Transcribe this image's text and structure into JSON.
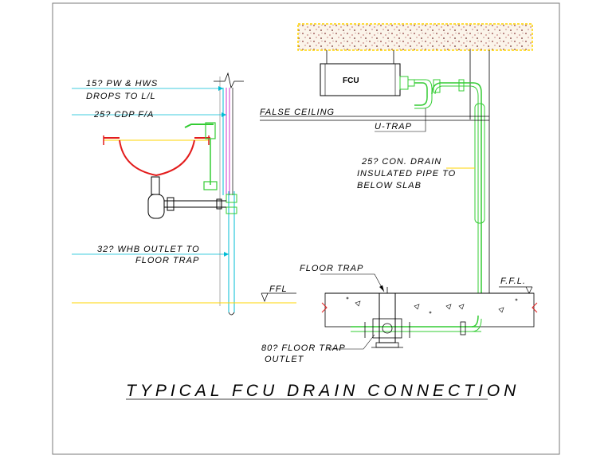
{
  "labels": {
    "pw_hws_1": "15? PW & HWS",
    "pw_hws_2": "DROPS TO L/L",
    "cdp": "25? CDP F/A",
    "whb_1": "32? WHB OUTLET TO",
    "whb_2": "FLOOR TRAP",
    "ffl_left": "FFL",
    "false_ceiling": "FALSE CEILING",
    "u_trap": "U-TRAP",
    "con_drain_1": "25? CON. DRAIN",
    "con_drain_2": "INSULATED PIPE TO",
    "con_drain_3": "BELOW SLAB",
    "floor_trap": "FLOOR TRAP",
    "ffl_right": "F.F.L.",
    "outlet_1": "80? FLOOR TRAP",
    "outlet_2": "OUTLET",
    "fcu": "FCU"
  },
  "title": "TYPICAL FCU DRAIN CONNECTION",
  "colors": {
    "border": "#7a7a7a",
    "dimension": "#00bcd4",
    "pipe_green": "#33cc33",
    "basin_red": "#e31c1c",
    "cdp_magenta": "#cc33cc",
    "slab_yellow": "#ffd400",
    "slab_speckle": "#8b3a3a",
    "line": "#000000",
    "guide": "#9a9a9a"
  },
  "icons": [
    "break-line-icon",
    "level-marker-icon",
    "floor-trap-icon",
    "fcu-unit-icon",
    "wash-basin-icon",
    "tap-icon",
    "bottle-trap-icon"
  ]
}
